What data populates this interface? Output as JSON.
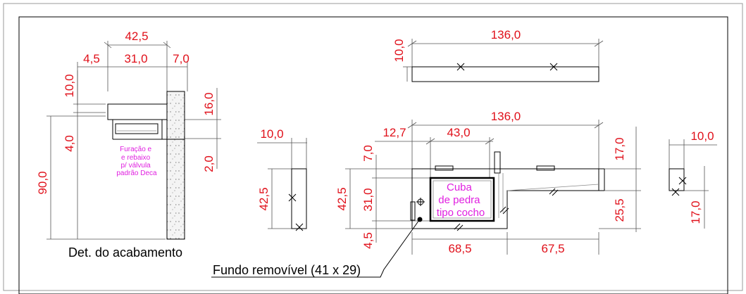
{
  "colors": {
    "dimension": "#e0101a",
    "note": "#e020e0",
    "line": "#000000",
    "paper": "#ffffff"
  },
  "left_detail": {
    "dim_top_total": "42,5",
    "dim_top_a": "4,5",
    "dim_top_b": "31,0",
    "dim_top_c": "7,0",
    "dim_v_10": "10,0",
    "dim_v_4": "4,0",
    "dim_v_90": "90,0",
    "dim_v_16": "16,0",
    "dim_v_2": "2,0",
    "note_lines": [
      "Furação e",
      "e rebaixo",
      "p/ válvula",
      "padrão Deca"
    ],
    "caption": "Det. do acabamento"
  },
  "top_view": {
    "dim_width": "136,0",
    "dim_height": "10,0"
  },
  "side_left": {
    "dim_width": "10,0",
    "dim_height": "42,5"
  },
  "plan": {
    "dim_width": "136,0",
    "dim_12_7": "12,7",
    "dim_43": "43,0",
    "dim_7": "7,0",
    "dim_42_5": "42,5",
    "dim_31": "31,0",
    "dim_4_5": "4,5",
    "dim_68_5": "68,5",
    "dim_67_5": "67,5",
    "dim_17_right": "17,0",
    "dim_25_5": "25,5",
    "basin_lines": [
      "Cuba",
      "de pedra",
      "tipo cocho"
    ],
    "leader_label": "Fundo removível (41 x 29)"
  },
  "side_right": {
    "dim_width": "10,0",
    "dim_17": "17,0"
  }
}
